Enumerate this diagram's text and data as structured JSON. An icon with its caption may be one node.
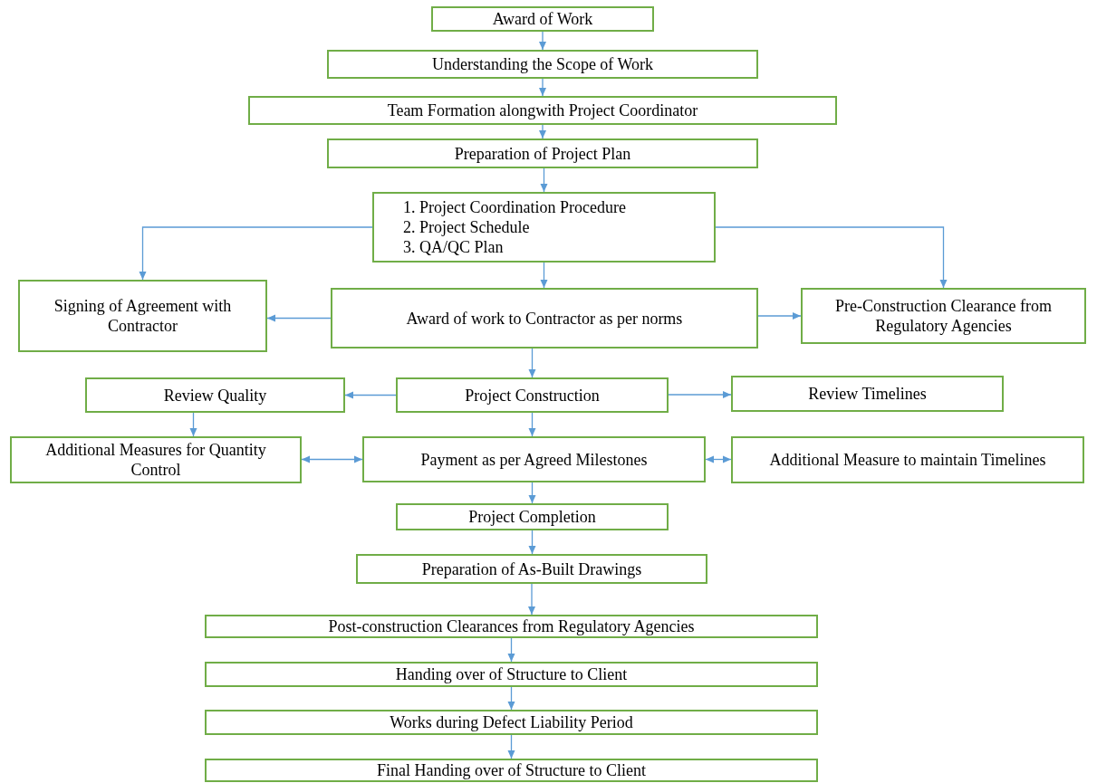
{
  "diagram": {
    "nodes": [
      {
        "text": [
          "Award of Work"
        ]
      },
      {
        "text": [
          "Understanding the Scope of Work"
        ]
      },
      {
        "text": [
          "Team Formation alongwith Project Coordinator"
        ]
      },
      {
        "text": [
          "Preparation of Project Plan"
        ]
      },
      {
        "text": [
          "1. Project Coordination Procedure",
          "2. Project Schedule",
          "3. QA/QC Plan"
        ]
      },
      {
        "text": [
          "Signing of Agreement with Contractor"
        ]
      },
      {
        "text": [
          "Award of work to Contractor as per norms"
        ]
      },
      {
        "text": [
          "Pre-Construction Clearance from Regulatory Agencies"
        ]
      },
      {
        "text": [
          "Review Quality"
        ]
      },
      {
        "text": [
          "Project Construction"
        ]
      },
      {
        "text": [
          "Review Timelines"
        ]
      },
      {
        "text": [
          "Additional Measures for Quantity Control"
        ]
      },
      {
        "text": [
          "Payment as per Agreed Milestones"
        ]
      },
      {
        "text": [
          "Additional Measure to maintain Timelines"
        ]
      },
      {
        "text": [
          "Project Completion"
        ]
      },
      {
        "text": [
          "Preparation of As-Built Drawings"
        ]
      },
      {
        "text": [
          "Post-construction Clearances from Regulatory Agencies"
        ]
      },
      {
        "text": [
          "Handing over of Structure to Client"
        ]
      },
      {
        "text": [
          "Works during Defect Liability Period"
        ]
      },
      {
        "text": [
          "Final Handing over of Structure to Client"
        ]
      }
    ],
    "edges": [
      {
        "from": 0,
        "to": 1,
        "arrow": "to"
      },
      {
        "from": 1,
        "to": 2,
        "arrow": "to"
      },
      {
        "from": 2,
        "to": 3,
        "arrow": "to"
      },
      {
        "from": 3,
        "to": 4,
        "arrow": "to"
      },
      {
        "from": 4,
        "to": 5,
        "arrow": "to"
      },
      {
        "from": 4,
        "to": 6,
        "arrow": "to"
      },
      {
        "from": 4,
        "to": 7,
        "arrow": "to"
      },
      {
        "from": 6,
        "to": 5,
        "arrow": "to"
      },
      {
        "from": 6,
        "to": 7,
        "arrow": "to"
      },
      {
        "from": 6,
        "to": 9,
        "arrow": "to"
      },
      {
        "from": 9,
        "to": 8,
        "arrow": "to"
      },
      {
        "from": 9,
        "to": 10,
        "arrow": "to"
      },
      {
        "from": 8,
        "to": 11,
        "arrow": "to"
      },
      {
        "from": 9,
        "to": 12,
        "arrow": "to"
      },
      {
        "from": 11,
        "to": 12,
        "arrow": "both"
      },
      {
        "from": 12,
        "to": 13,
        "arrow": "both"
      },
      {
        "from": 12,
        "to": 14,
        "arrow": "to"
      },
      {
        "from": 14,
        "to": 15,
        "arrow": "to"
      },
      {
        "from": 15,
        "to": 16,
        "arrow": "to"
      },
      {
        "from": 16,
        "to": 17,
        "arrow": "to"
      },
      {
        "from": 17,
        "to": 18,
        "arrow": "to"
      },
      {
        "from": 18,
        "to": 19,
        "arrow": "to"
      }
    ]
  }
}
